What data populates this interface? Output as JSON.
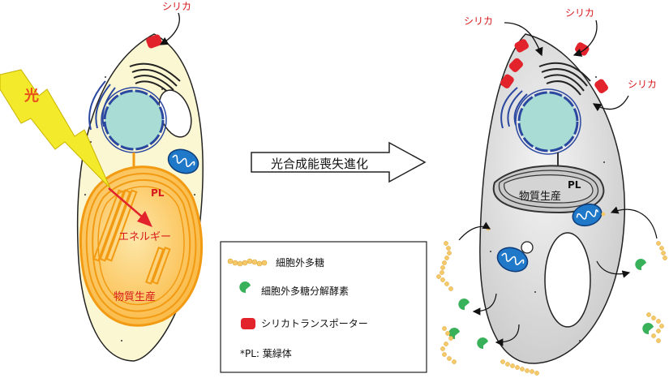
{
  "colors": {
    "cell_left_fill": "#fbf7d2",
    "cell_right_fill": "#d9d9d9",
    "plastid_fill": "#fbc24a",
    "plastid_stroke": "#f29a12",
    "nucleus_fill": "#a9dcd5",
    "nucleus_stroke": "#2b48a0",
    "mito_fill": "#1f78c8",
    "silica_red": "#e2232b",
    "polysaccharide": "#f4c96a",
    "enzyme_green": "#38b15a",
    "lightning": "#f2ea2a",
    "label_red": "#d7191c"
  },
  "left_cell": {
    "light_label": "光",
    "silica_label": "シリカ",
    "pl_label": "PL",
    "energy_label": "エネルギー",
    "production_label": "物質生産"
  },
  "middle": {
    "arrow_label": "光合成能喪失進化"
  },
  "right_cell": {
    "silica_labels": [
      "シリカ",
      "シリカ",
      "シリカ"
    ],
    "pl_label": "PL",
    "production_label": "物質生産"
  },
  "legend": {
    "items": [
      {
        "icon": "polysaccharide-chain-icon",
        "label": "細胞外多糖"
      },
      {
        "icon": "enzyme-icon",
        "label": "細胞外多糖分解酵素"
      },
      {
        "icon": "silica-transporter-icon",
        "label": "シリカトランスポーター"
      }
    ],
    "footnote": "*PL: 葉緑体"
  }
}
